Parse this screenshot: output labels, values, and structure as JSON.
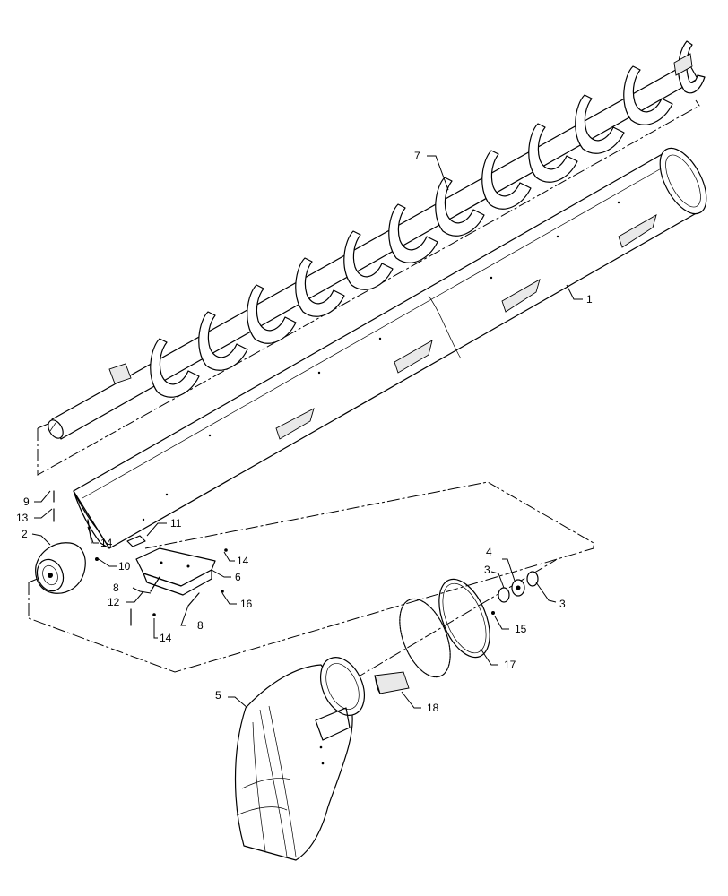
{
  "callouts": {
    "c1": "1",
    "c2": "2",
    "c3a": "3",
    "c3b": "3",
    "c4": "4",
    "c5": "5",
    "c6": "6",
    "c7": "7",
    "c8a": "8",
    "c8b": "8",
    "c9": "9",
    "c10": "10",
    "c11": "11",
    "c12": "12",
    "c13": "13",
    "c14a": "14",
    "c14b": "14",
    "c14c": "14",
    "c15": "15",
    "c16": "16",
    "c17": "17",
    "c18": "18"
  }
}
